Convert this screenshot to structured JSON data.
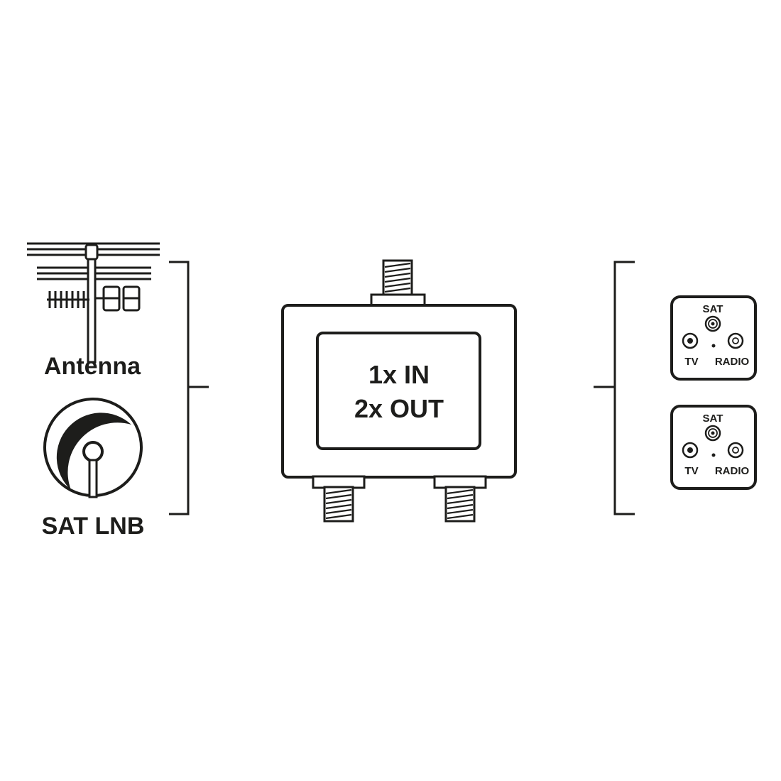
{
  "colors": {
    "ink": "#1d1d1b",
    "background": "#ffffff",
    "box_fill": "#ffffff"
  },
  "sources": {
    "antenna": {
      "label": "Antenna",
      "icon": "antenna-icon"
    },
    "sat_lnb": {
      "label": "SAT LNB",
      "icon": "satellite-dish-icon"
    }
  },
  "splitter": {
    "line1": "1x IN",
    "line2": "2x OUT",
    "icon": "splitter-icon"
  },
  "outlets": [
    {
      "sat": "SAT",
      "tv": "TV",
      "radio": "RADIO",
      "icon": "wall-socket-icon"
    },
    {
      "sat": "SAT",
      "tv": "TV",
      "radio": "RADIO",
      "icon": "wall-socket-icon"
    }
  ]
}
